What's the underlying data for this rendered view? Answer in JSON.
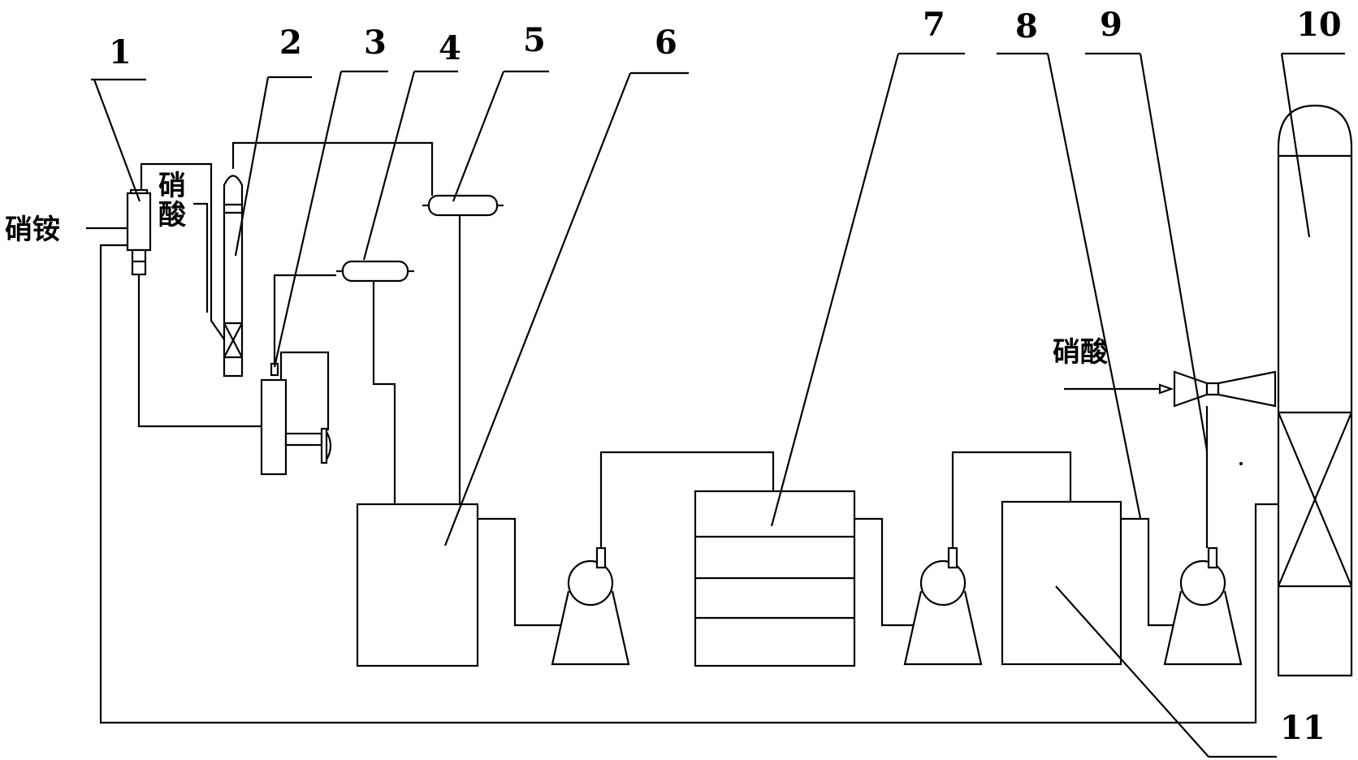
{
  "labels": {
    "n1": "1",
    "n2": "2",
    "n3": "3",
    "n4": "4",
    "n5": "5",
    "n6": "6",
    "n7": "7",
    "n8": "8",
    "n9": "9",
    "n10": "10",
    "n11": "11"
  },
  "streams": {
    "ammonium_nitrate": "硝铵",
    "nitric_acid_top": "硝酸",
    "nitric_acid_right": "硝酸"
  }
}
